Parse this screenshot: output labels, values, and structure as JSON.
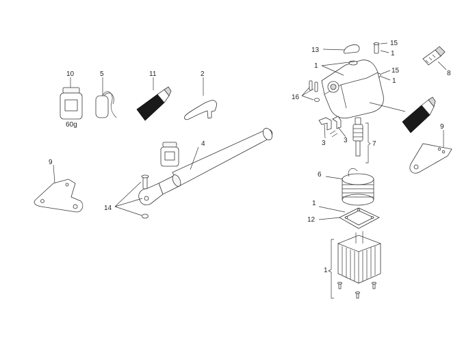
{
  "callouts": {
    "c10": "10",
    "c5": "5",
    "c11": "11",
    "c2": "2",
    "c60g": "60g",
    "c4": "4",
    "c9_left": "9",
    "c14": "14",
    "c13": "13",
    "c1_top": "1",
    "c15_a": "15",
    "c1_a": "1",
    "c15_b": "15",
    "c1_b": "1",
    "c8": "8",
    "c16": "16",
    "c3_a": "3",
    "c3_b": "3",
    "c7": "7",
    "c9_right": "9",
    "c6": "6",
    "c1_mid": "1",
    "c12": "12",
    "c1_bottom": "1"
  }
}
